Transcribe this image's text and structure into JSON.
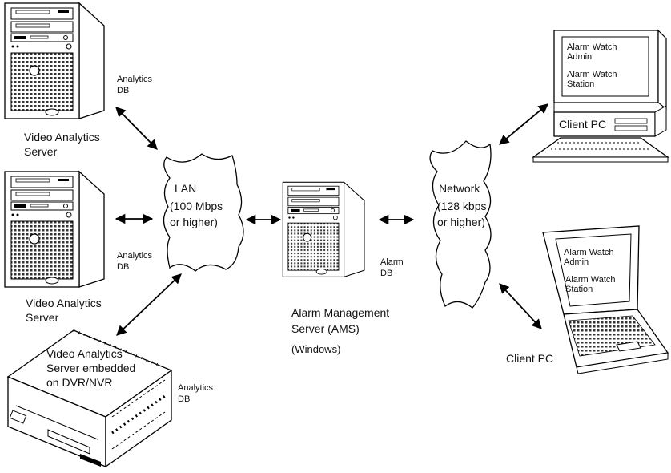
{
  "servers": {
    "top": {
      "name_line1": "Video Analytics",
      "name_line2": "Server",
      "db_line1": "Analytics",
      "db_line2": "DB"
    },
    "middle": {
      "name_line1": "Video Analytics",
      "name_line2": "Server",
      "db_line1": "Analytics",
      "db_line2": "DB"
    },
    "dvr": {
      "name_line1": "Video Analytics",
      "name_line2": "Server embedded",
      "name_line3": "on DVR/NVR",
      "db_line1": "Analytics",
      "db_line2": "DB"
    }
  },
  "lan": {
    "line1": "LAN",
    "line2": "(100 Mbps",
    "line3": "or higher)"
  },
  "ams": {
    "line1": "Alarm Management",
    "line2": "Server (AMS)",
    "line3": "(Windows)",
    "db_line1": "Alarm",
    "db_line2": "DB"
  },
  "network": {
    "line1": "Network",
    "line2": "(128 kbps",
    "line3": "or higher)"
  },
  "desktop_client": {
    "screen_line1": "Alarm Watch",
    "screen_line2": "Admin",
    "screen_line3": "Alarm Watch",
    "screen_line4": "Station",
    "label": "Client PC"
  },
  "laptop_client": {
    "screen_line1": "Alarm Watch",
    "screen_line2": "Admin",
    "screen_line3": "Alarm Watch",
    "screen_line4": "Station",
    "label": "Client PC"
  }
}
